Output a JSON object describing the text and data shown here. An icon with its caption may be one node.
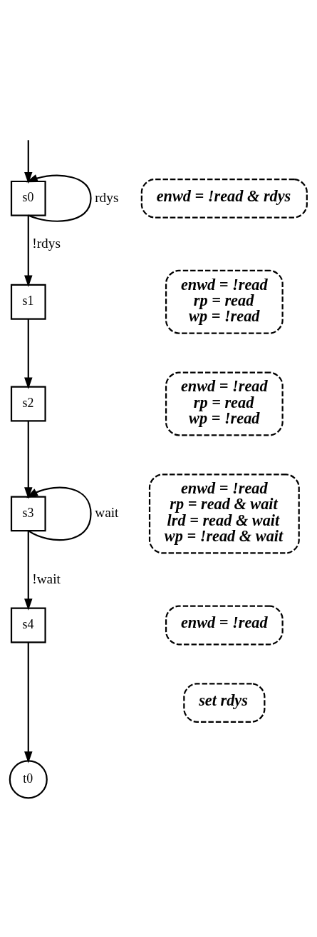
{
  "diagram": {
    "nodes": [
      {
        "text": [
          "s0"
        ]
      },
      {
        "text": [
          "enwd = !read & rdys"
        ]
      },
      {
        "text": [
          "s1"
        ]
      },
      {
        "text": [
          "enwd = !read",
          "rp = read",
          "wp = !read"
        ]
      },
      {
        "text": [
          "s2"
        ]
      },
      {
        "text": [
          "enwd = !read",
          "rp = read",
          "wp = !read"
        ]
      },
      {
        "text": [
          "s3"
        ]
      },
      {
        "text": [
          "enwd = !read",
          "rp = read & wait",
          "lrd = read & wait",
          "wp = !read & wait"
        ]
      },
      {
        "text": [
          "s4"
        ]
      },
      {
        "text": [
          "enwd = !read"
        ]
      },
      {
        "text": [
          "set rdys"
        ]
      },
      {
        "text": [
          "t0"
        ]
      }
    ],
    "edges": [
      {
        "from": null,
        "to": 0,
        "arrow": "to"
      },
      {
        "from": 0,
        "to": 0,
        "arrow": "to",
        "label": "rdys"
      },
      {
        "from": 0,
        "to": 2,
        "arrow": "to",
        "label": "!rdys"
      },
      {
        "from": 2,
        "to": 4,
        "arrow": "to"
      },
      {
        "from": 4,
        "to": 6,
        "arrow": "to"
      },
      {
        "from": 6,
        "to": 6,
        "arrow": "to",
        "label": "wait"
      },
      {
        "from": 6,
        "to": 8,
        "arrow": "to",
        "label": "!wait"
      },
      {
        "from": 8,
        "to": 11,
        "arrow": "to"
      }
    ]
  }
}
